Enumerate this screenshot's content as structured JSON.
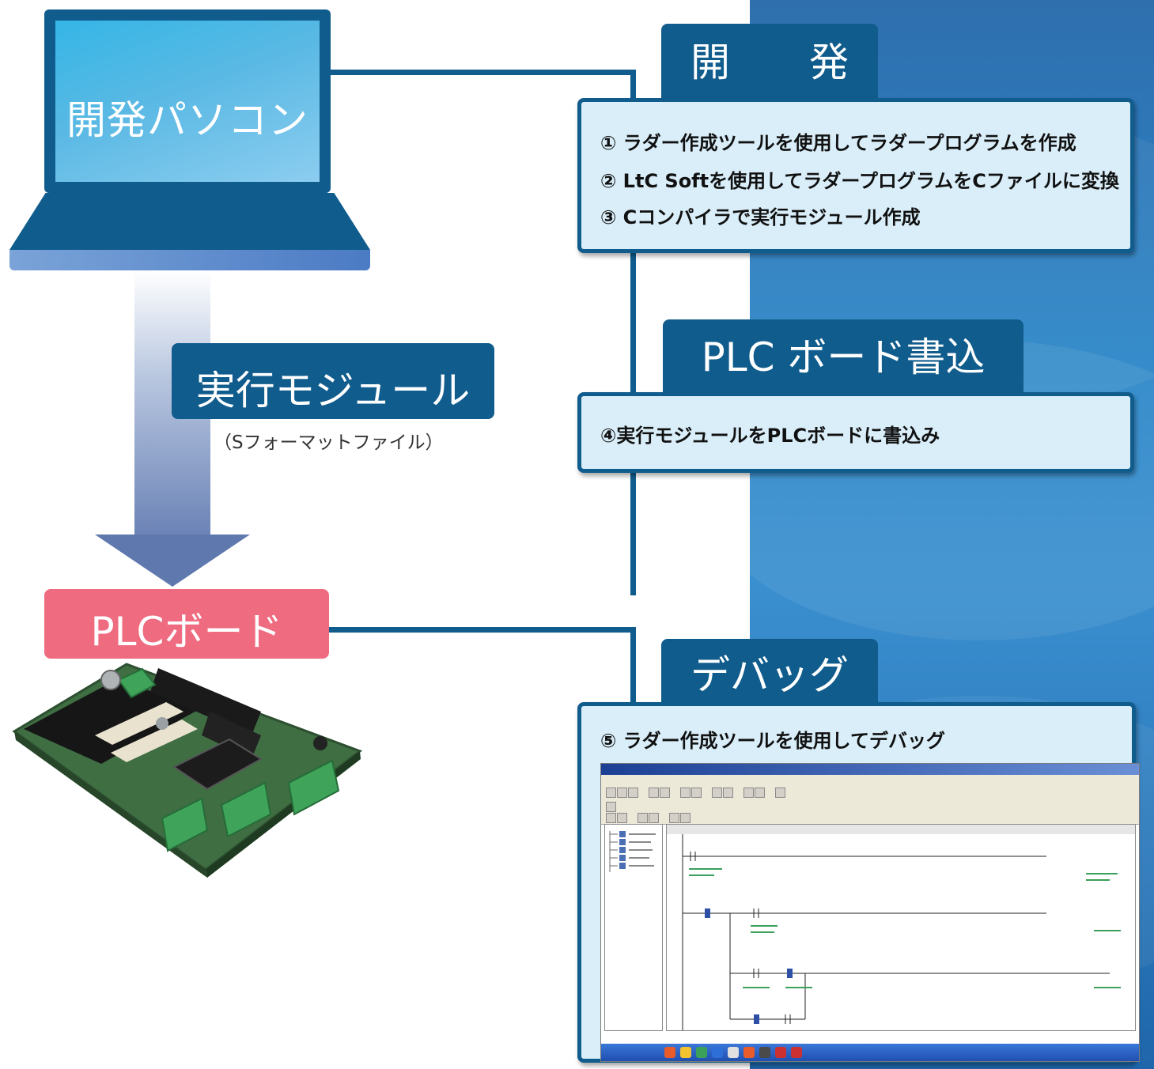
{
  "laptop": {
    "title": "開発パソコン"
  },
  "module": {
    "title": "実行モジュール",
    "subtitle": "（Sフォーマットファイル）"
  },
  "plc": {
    "title": "PLCボード"
  },
  "sections": [
    {
      "title": "開　　発",
      "steps": [
        "① ラダー作成ツールを使用してラダープログラムを作成",
        "② LtC Softを使用してラダープログラムをCファイルに変換",
        "③ Cコンパイラで実行モジュール作成"
      ]
    },
    {
      "title": "PLC ボード書込",
      "steps": [
        "④実行モジュールをPLCボードに書込み"
      ]
    },
    {
      "title": "デバッグ",
      "steps": [
        "⑤ ラダー作成ツールを使用してデバッグ"
      ]
    }
  ],
  "colors": {
    "navy": "#105c8d",
    "panel": "#d9eef9",
    "plc_pink": "#ef6b80",
    "laptop_screen": "#5ab9e4",
    "background_blue": "#2a86c8"
  }
}
